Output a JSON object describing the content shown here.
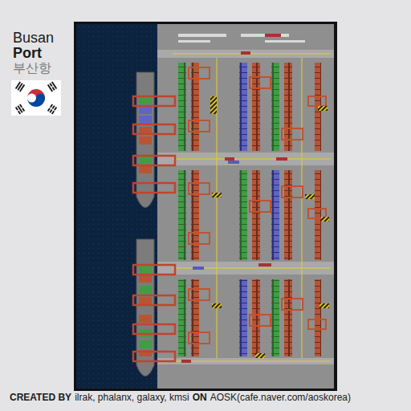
{
  "diagram": {
    "labels": [
      "Busan",
      "Port",
      "부산항",
      "CREATED BY",
      "ilrak, phalanx, galaxy, kmsi",
      "ON",
      "AOSK(cafe.naver.com/aoskorea)"
    ]
  }
}
